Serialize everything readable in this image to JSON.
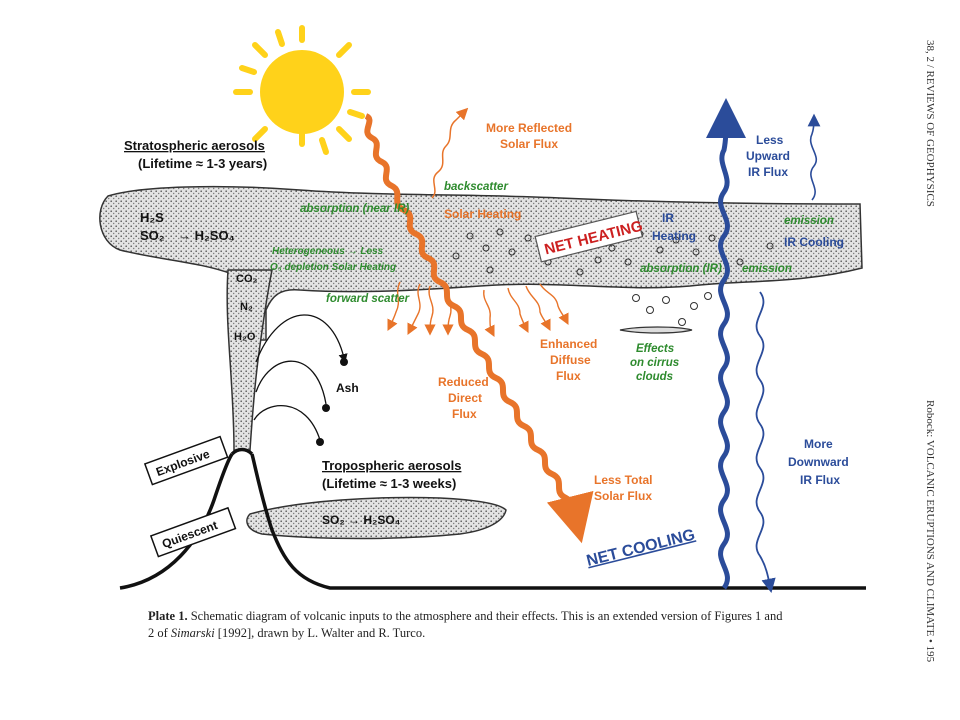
{
  "stratospheric": {
    "title": "Stratospheric aerosols",
    "lifetime": "(Lifetime ≈ 1-3 years)",
    "chem1": "H₂S",
    "chem2": "SO₂",
    "chem_arrow": "→ H₂SO₄",
    "co2": "CO₂",
    "n2": "N₂",
    "h2o": "H₂O"
  },
  "tropospheric": {
    "title": "Tropospheric aerosols",
    "lifetime": "(Lifetime ≈ 1-3 weeks)",
    "chem": "SO₂ → H₂SO₄"
  },
  "volcano": {
    "explosive": "Explosive",
    "quiescent": "Quiescent",
    "ash": "Ash"
  },
  "solar": {
    "more_reflected_1": "More Reflected",
    "more_reflected_2": "Solar Flux",
    "backscatter": "backscatter",
    "absorption_near_ir": "absorption (near IR)",
    "solar_heating": "Solar Heating",
    "heterogeneous_1": "Heterogeneous → Less",
    "heterogeneous_2": "O₃ depletion   Solar Heating",
    "forward_scatter": "forward scatter",
    "enhanced_1": "Enhanced",
    "enhanced_2": "Diffuse",
    "enhanced_3": "Flux",
    "reduced_1": "Reduced",
    "reduced_2": "Direct",
    "reduced_3": "Flux",
    "less_total_1": "Less Total",
    "less_total_2": "Solar Flux"
  },
  "net_heating": "NET HEATING",
  "net_cooling": "NET COOLING",
  "ir": {
    "ir_heating_1": "IR",
    "ir_heating_2": "Heating",
    "absorption_ir": "absorption (IR)",
    "emission_lower": "emission",
    "emission_upper": "emission",
    "ir_cooling": "IR Cooling",
    "less_upward_1": "Less",
    "less_upward_2": "Upward",
    "less_upward_3": "IR Flux",
    "more_downward_1": "More",
    "more_downward_2": "Downward",
    "more_downward_3": "IR Flux",
    "cirrus_1": "Effects",
    "cirrus_2": "on cirrus",
    "cirrus_3": "clouds"
  },
  "caption": {
    "plate": "Plate 1.",
    "line1": "Schematic diagram of volcanic inputs to the atmosphere and their effects. This is an extended version of Figures 1 and",
    "line2a": "2 of",
    "author": "Simarski",
    "line2b": "[1992], drawn by L. Walter and R. Turco."
  },
  "side": {
    "top": "38, 2 / REVIEWS OF GEOPHYSICS",
    "bottom": "Robock: VOLCANIC ERUPTIONS AND CLIMATE • 195"
  },
  "colors": {
    "solar": "#e8742a",
    "ir": "#2b4c9a",
    "green_text": "#2e8b2e",
    "sun": "#ffd21a",
    "net_heating": "#cc2020"
  }
}
